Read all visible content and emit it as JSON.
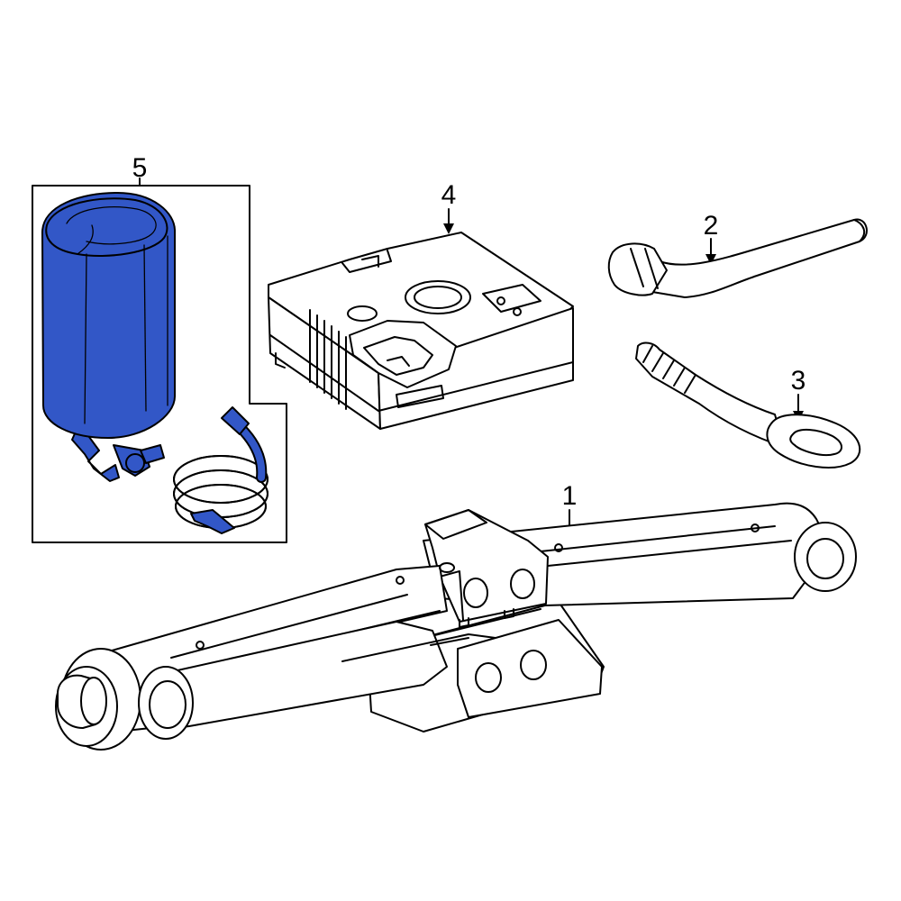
{
  "callouts": {
    "jack": "1",
    "lug_wrench": "2",
    "tow_hook": "3",
    "compressor": "4",
    "sealant_kit": "5"
  },
  "colors": {
    "highlight": "#3257c7",
    "line": "#000000",
    "background": "#ffffff"
  },
  "icons": {
    "jack": "scissor-jack-icon",
    "lug_wrench": "lug-wrench-icon",
    "tow_hook": "tow-hook-icon",
    "compressor": "tire-inflator-compressor-icon",
    "sealant_kit": "sealant-bottle-and-hose-icon"
  }
}
